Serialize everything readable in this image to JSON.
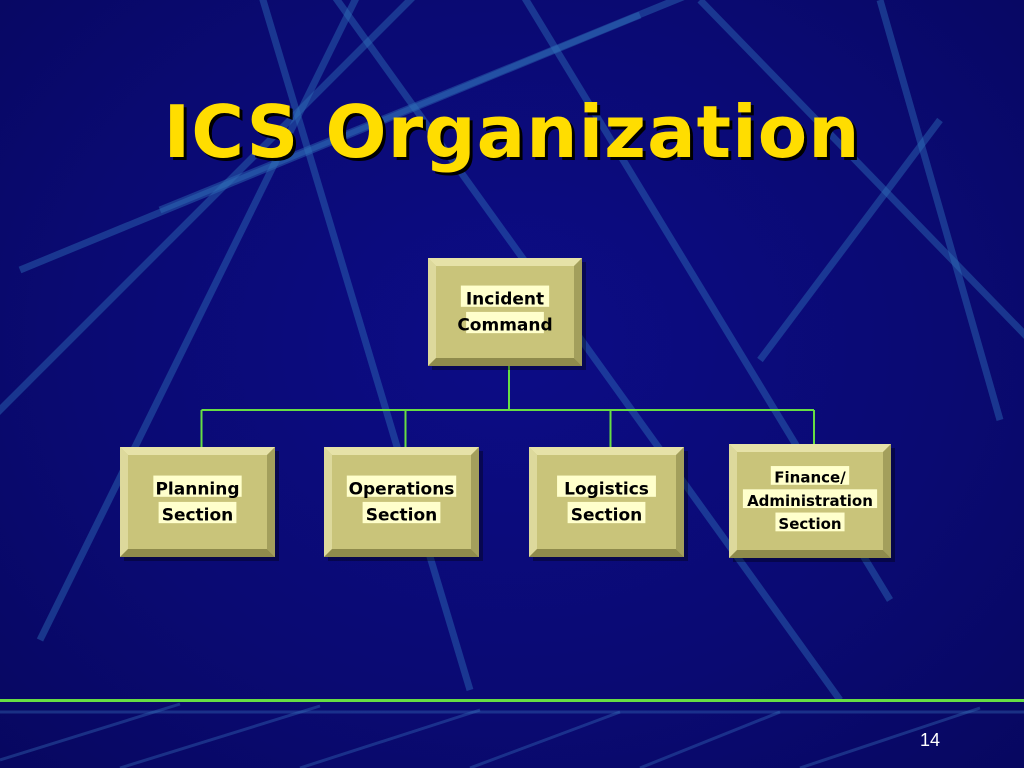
{
  "slide": {
    "title": "ICS Organization",
    "page_number": "14"
  },
  "org_chart": {
    "root": {
      "id": "incident-command",
      "lines": [
        "Incident",
        "Command"
      ]
    },
    "children": [
      {
        "id": "planning-section",
        "lines": [
          "Planning",
          "Section"
        ]
      },
      {
        "id": "operations-section",
        "lines": [
          "Operations",
          "Section"
        ]
      },
      {
        "id": "logistics-section",
        "lines": [
          "Logistics",
          "Section"
        ]
      },
      {
        "id": "finance-administration-section",
        "lines": [
          "Finance/",
          "Administration",
          "Section"
        ]
      }
    ]
  },
  "colors": {
    "background": "#0a0a72",
    "title": "#ffdd00",
    "box_face": "#c9c47a",
    "label_highlight": "#ffffcc",
    "connector": "#66dd44",
    "footer_line": "#66dd44",
    "page_number": "#ffffff"
  }
}
